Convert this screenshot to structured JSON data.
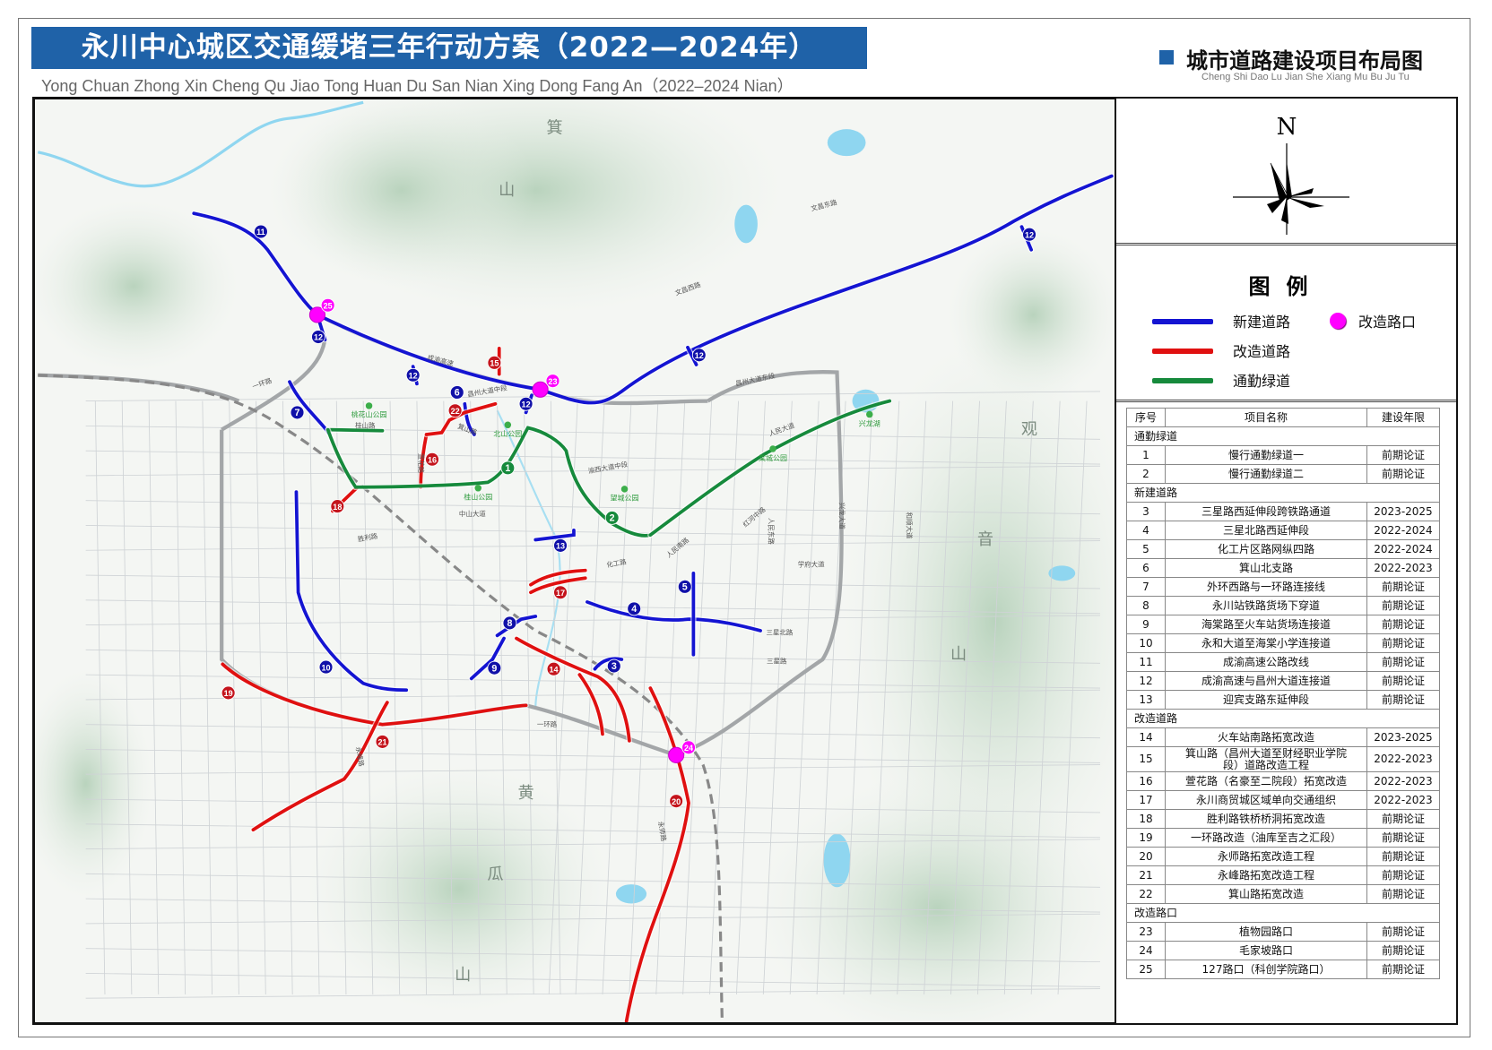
{
  "header": {
    "title": "永川中心城区交通缓堵三年行动方案（2022—2024年）",
    "title_pinyin": "Yong Chuan Zhong Xin Cheng Qu Jiao Tong Huan Du San Nian Xing Dong Fang An（2022–2024 Nian）",
    "map_title": "城市道路建设项目布局图",
    "map_title_pinyin": "Cheng Shi Dao Lu Jian She Xiang Mu Bu Ju Tu",
    "accent": "#1f62a8"
  },
  "compass": {
    "north_label": "N"
  },
  "legend": {
    "title": "图例",
    "new_road": {
      "label": "新建道路",
      "color": "#1414d2"
    },
    "rebuild_road": {
      "label": "改造道路",
      "color": "#e01010"
    },
    "greenway": {
      "label": "通勤绿道",
      "color": "#168a3c"
    },
    "intersection": {
      "label": "改造路口",
      "color": "#ff00ff"
    }
  },
  "table": {
    "headers": [
      "序号",
      "项目名称",
      "建设年限"
    ],
    "sections": [
      {
        "title": "通勤绿道",
        "rows": [
          {
            "no": "1",
            "name": "慢行通勤绿道一",
            "year": "前期论证"
          },
          {
            "no": "2",
            "name": "慢行通勤绿道二",
            "year": "前期论证"
          }
        ]
      },
      {
        "title": "新建道路",
        "rows": [
          {
            "no": "3",
            "name": "三星路西延伸段跨铁路通道",
            "year": "2023-2025"
          },
          {
            "no": "4",
            "name": "三星北路西延伸段",
            "year": "2022-2024"
          },
          {
            "no": "5",
            "name": "化工片区路网纵四路",
            "year": "2022-2024"
          },
          {
            "no": "6",
            "name": "箕山北支路",
            "year": "2022-2023"
          },
          {
            "no": "7",
            "name": "外环西路与一环路连接线",
            "year": "前期论证"
          },
          {
            "no": "8",
            "name": "永川站铁路货场下穿道",
            "year": "前期论证"
          },
          {
            "no": "9",
            "name": "海棠路至火车站货场连接道",
            "year": "前期论证"
          },
          {
            "no": "10",
            "name": "永和大道至海棠小学连接道",
            "year": "前期论证"
          },
          {
            "no": "11",
            "name": "成渝高速公路改线",
            "year": "前期论证"
          },
          {
            "no": "12",
            "name": "成渝高速与昌州大道连接道",
            "year": "前期论证"
          },
          {
            "no": "13",
            "name": "迎宾支路东延伸段",
            "year": "前期论证"
          }
        ]
      },
      {
        "title": "改造道路",
        "rows": [
          {
            "no": "14",
            "name": "火车站南路拓宽改造",
            "year": "2023-2025"
          },
          {
            "no": "15",
            "name": "箕山路（昌州大道至财经职业学院段）道路改造工程",
            "year": "2022-2023"
          },
          {
            "no": "16",
            "name": "萱花路（名豪至二院段）拓宽改造",
            "year": "2022-2023"
          },
          {
            "no": "17",
            "name": "永川商贸城区域单向交通组织",
            "year": "2022-2023"
          },
          {
            "no": "18",
            "name": "胜利路铁桥桥洞拓宽改造",
            "year": "前期论证"
          },
          {
            "no": "19",
            "name": "一环路改造（油库至吉之汇段）",
            "year": "前期论证"
          },
          {
            "no": "20",
            "name": "永师路拓宽改造工程",
            "year": "前期论证"
          },
          {
            "no": "21",
            "name": "永峰路拓宽改造工程",
            "year": "前期论证"
          },
          {
            "no": "22",
            "name": "箕山路拓宽改造",
            "year": "前期论证"
          }
        ]
      },
      {
        "title": "改造路口",
        "rows": [
          {
            "no": "23",
            "name": "植物园路口",
            "year": "前期论证"
          },
          {
            "no": "24",
            "name": "毛家坡路口",
            "year": "前期论证"
          },
          {
            "no": "25",
            "name": "127路口（科创学院路口）",
            "year": "前期论证"
          }
        ]
      }
    ]
  },
  "map": {
    "markers": [
      {
        "label": "11",
        "kind": "new"
      },
      {
        "label": "12",
        "kind": "new"
      },
      {
        "label": "12",
        "kind": "new"
      },
      {
        "label": "12",
        "kind": "new"
      },
      {
        "label": "12",
        "kind": "new"
      },
      {
        "label": "12",
        "kind": "new"
      },
      {
        "label": "6",
        "kind": "new"
      },
      {
        "label": "7",
        "kind": "new"
      },
      {
        "label": "13",
        "kind": "new"
      },
      {
        "label": "5",
        "kind": "new"
      },
      {
        "label": "4",
        "kind": "new"
      },
      {
        "label": "8",
        "kind": "new"
      },
      {
        "label": "9",
        "kind": "new"
      },
      {
        "label": "3",
        "kind": "new"
      },
      {
        "label": "10",
        "kind": "new"
      },
      {
        "label": "15",
        "kind": "rebuild"
      },
      {
        "label": "22",
        "kind": "rebuild"
      },
      {
        "label": "16",
        "kind": "rebuild"
      },
      {
        "label": "18",
        "kind": "rebuild"
      },
      {
        "label": "17",
        "kind": "rebuild"
      },
      {
        "label": "14",
        "kind": "rebuild"
      },
      {
        "label": "19",
        "kind": "rebuild"
      },
      {
        "label": "21",
        "kind": "rebuild"
      },
      {
        "label": "20",
        "kind": "rebuild"
      },
      {
        "label": "1",
        "kind": "green"
      },
      {
        "label": "2",
        "kind": "green"
      },
      {
        "label": "25",
        "kind": "node"
      },
      {
        "label": "23",
        "kind": "node"
      },
      {
        "label": "24",
        "kind": "node"
      }
    ],
    "roads": [
      "成渝高速",
      "昌州大道中段",
      "昌州大道东段",
      "一环路",
      "一环路",
      "箕山路",
      "人民大道",
      "兴龙大道",
      "学府大道",
      "三星北路",
      "三星路",
      "永师路",
      "中山大道",
      "文昌西路",
      "文昌东路",
      "和顺大道",
      "永峰路",
      "胜利路",
      "渝西大道中段",
      "桂山路",
      "萱花路",
      "化工路",
      "红河中路",
      "人民东路",
      "人民南路"
    ],
    "parks": [
      "桃花山公园",
      "北山公园",
      "桂山公园",
      "望城公园",
      "棠城公园",
      "兴龙湖"
    ],
    "mountains": [
      "箕",
      "山",
      "黄",
      "瓜",
      "山",
      "观",
      "音",
      "山"
    ]
  }
}
